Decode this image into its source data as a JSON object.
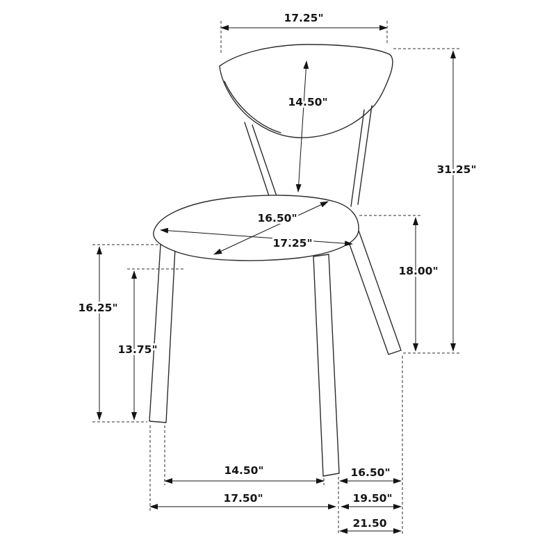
{
  "dims": {
    "back_width": "17.25\"",
    "back_height": "14.50\"",
    "overall_height": "31.25\"",
    "seat_depth": "16.50\"",
    "seat_width": "17.25\"",
    "seat_floor_height": "18.00\"",
    "front_floor_height": "16.25\"",
    "apron_floor_height": "13.75\"",
    "front_leg_inner_width": "14.50\"",
    "leg_side_span": "16.50\"",
    "front_leg_outer_width": "17.50\"",
    "leg_depth_span": "19.50\"",
    "overall_depth": "21.50"
  },
  "colors": {
    "line": "#141414",
    "chair_line": "#2b2b2b",
    "background": "#ffffff"
  }
}
